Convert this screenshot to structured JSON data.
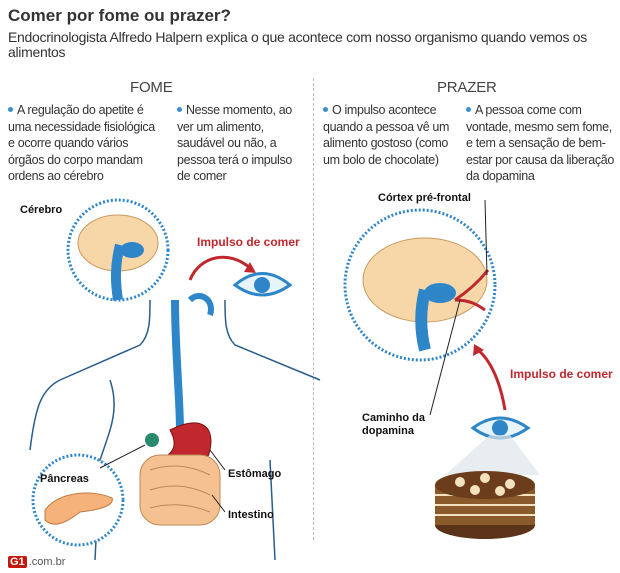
{
  "header": {
    "title": "Comer por fome ou prazer?",
    "subtitle": "Endocrinologista Alfredo Halpern explica o que acontece com nosso organismo quando vemos os alimentos"
  },
  "fome": {
    "heading": "FOME",
    "bullets": [
      "A regulação do apetite é uma necessidade fisiológica e ocorre quando vários órgãos do corpo mandam ordens ao cérebro",
      "Nesse momento, ao ver um alimento, saudável ou não, a pessoa terá o impulso de comer"
    ],
    "labels": {
      "brain": "Cérebro",
      "impulse": "Impulso de comer",
      "pancreas": "Pâncreas",
      "stomach": "Estômago",
      "intestine": "Intestino"
    }
  },
  "prazer": {
    "heading": "PRAZER",
    "bullets": [
      "O impulso acontece quando a pessoa vê um alimento gostoso (como um bolo de chocolate)",
      "A pessoa come com vontade, mesmo sem fome, e tem a sensação de bem-estar por causa da liberação da dopamina"
    ],
    "labels": {
      "cortex": "Córtex pré-frontal",
      "dopamine_path_1": "Caminho da",
      "dopamine_path_2": "dopamina",
      "impulse": "Impulso de comer"
    }
  },
  "footer": {
    "logo": "G1",
    "domain": ".com.br"
  },
  "colors": {
    "accent_blue": "#3a8fd0",
    "impulse_red": "#c0282d",
    "brain": "#f7d7a8",
    "organ_blue": "#2e86c8"
  }
}
